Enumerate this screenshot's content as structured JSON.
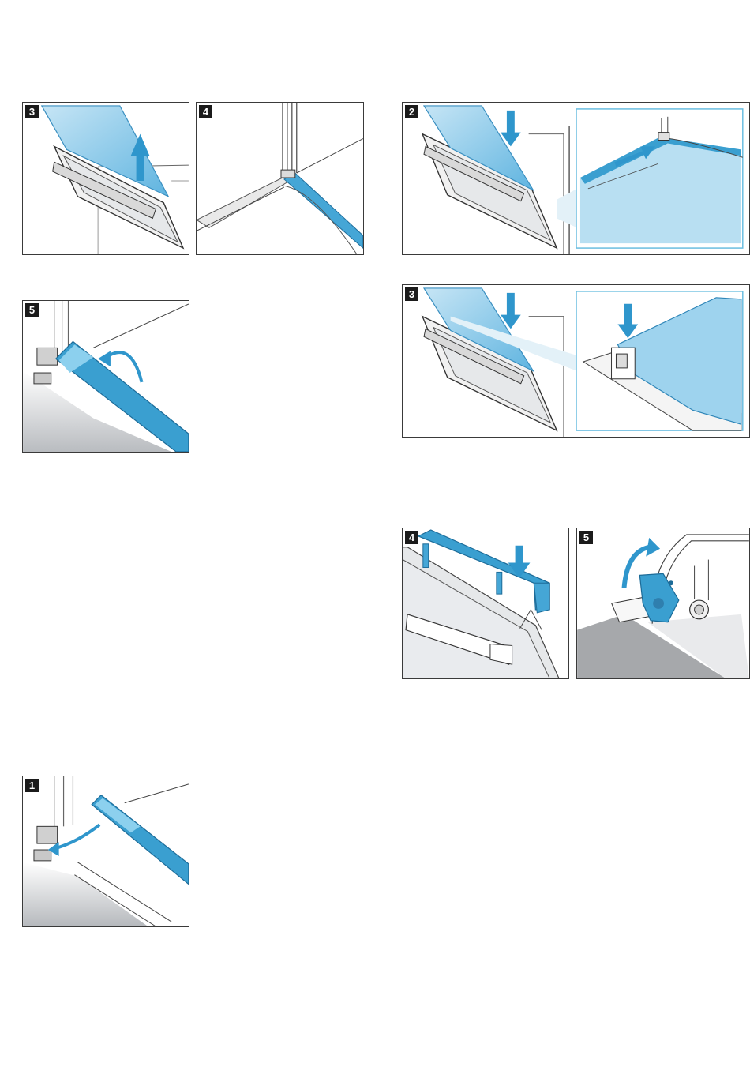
{
  "figures": [
    {
      "id": "left-3",
      "step": "3",
      "icon": "lift-out-glass-pane-icon"
    },
    {
      "id": "left-4",
      "step": "4",
      "icon": "door-strip-on-oven-icon"
    },
    {
      "id": "left-5",
      "step": "5",
      "icon": "fold-cover-strip-icon"
    },
    {
      "id": "left-1",
      "step": "1",
      "icon": "attach-cover-strip-icon"
    },
    {
      "id": "right-2",
      "step": "2",
      "icon": "insert-glass-pane-icon"
    },
    {
      "id": "right-3",
      "step": "3",
      "icon": "press-glass-pane-icon"
    },
    {
      "id": "right-4",
      "step": "4",
      "icon": "press-cover-strip-icon"
    },
    {
      "id": "right-5",
      "step": "5",
      "icon": "close-hinge-lever-icon"
    }
  ],
  "colors": {
    "glass": "#7fc3e6",
    "strip": "#3a9fd0",
    "frame": "#3a3a3a",
    "inset-border": "#69bde0"
  }
}
